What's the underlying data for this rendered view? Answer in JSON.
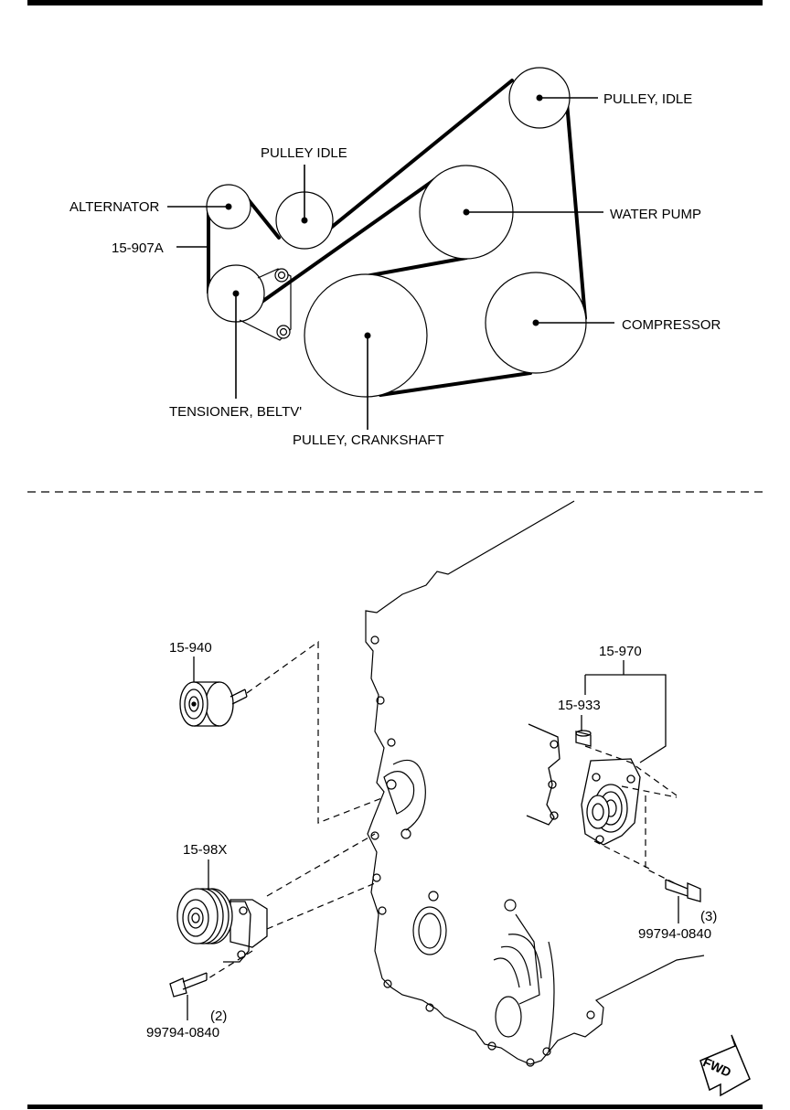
{
  "belt_diagram": {
    "labels": {
      "pulley_idle_top": "PULLEY, IDLE",
      "pulley_idle": "PULLEY  IDLE",
      "alternator": "ALTERNATOR",
      "belt_part": "15-907A",
      "water_pump": "WATER PUMP",
      "compressor": "COMPRESSOR",
      "tensioner": "TENSIONER, BELTV'",
      "crankshaft": "PULLEY, CRANKSHAFT"
    }
  },
  "parts_diagram": {
    "labels": {
      "idler_part": "15-940",
      "tensioner_assy_part": "15-970",
      "tensioner_sub_part": "15-933",
      "tensioner_pulley_part": "15-98X",
      "bolt_right_part": "99794-0840",
      "bolt_right_qty": "(3)",
      "bolt_left_part": "99794-0840",
      "bolt_left_qty": "(2)",
      "fwd": "FWD"
    }
  }
}
